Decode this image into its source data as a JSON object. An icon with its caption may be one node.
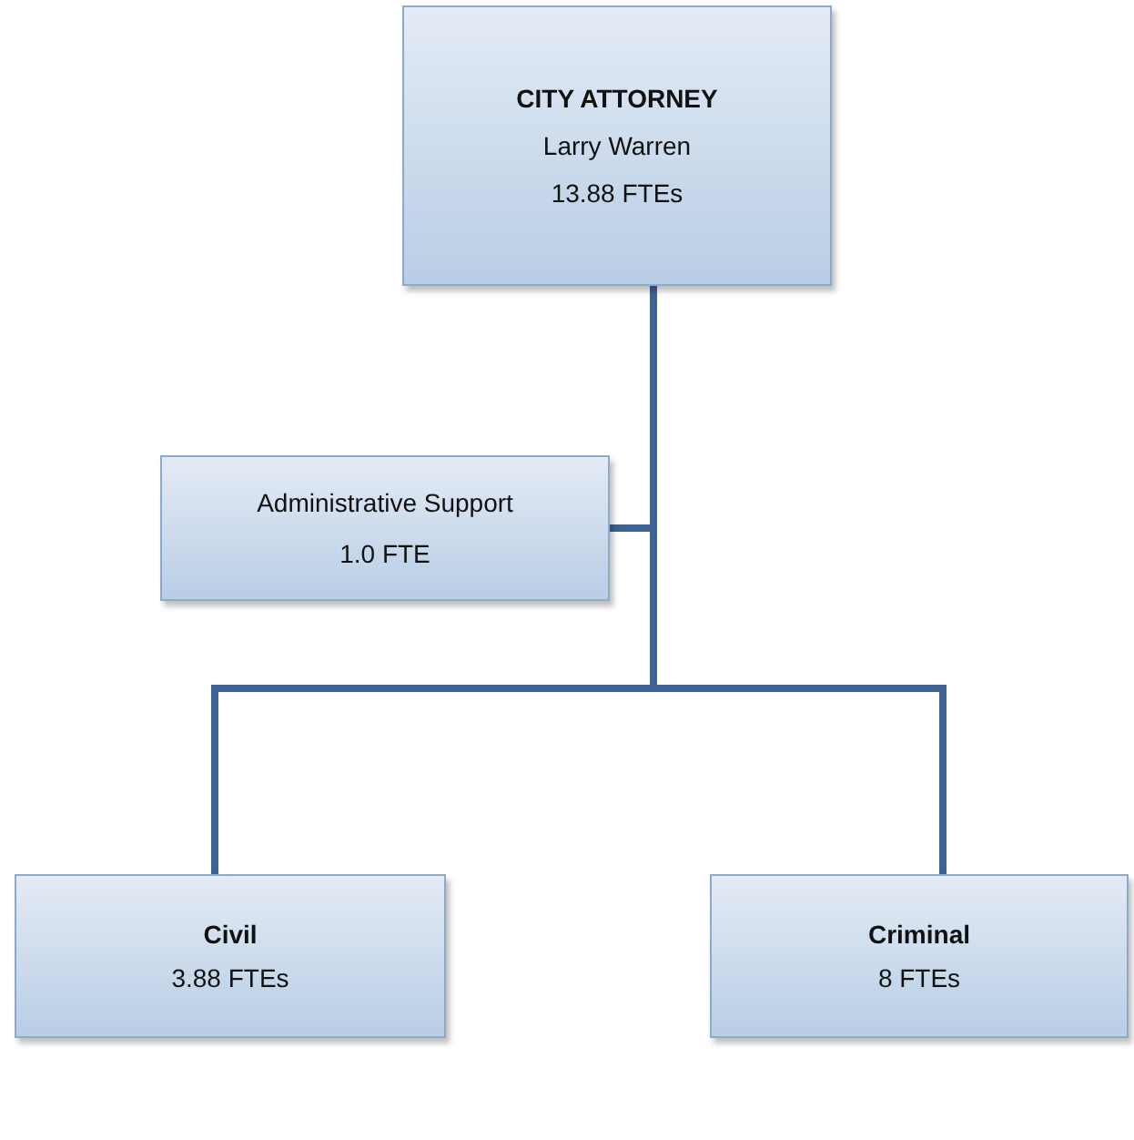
{
  "diagram": {
    "nodes": [
      {
        "text": [
          "CITY ATTORNEY",
          "Larry Warren",
          "13.88 FTEs"
        ]
      },
      {
        "text": [
          "Administrative Support",
          "1.0 FTE"
        ]
      },
      {
        "text": [
          "Civil",
          "3.88 FTEs"
        ]
      },
      {
        "text": [
          "Criminal",
          "8 FTEs"
        ]
      }
    ],
    "edges": [
      {
        "from": 0,
        "to": 1,
        "arrow": "none"
      },
      {
        "from": 0,
        "to": 2,
        "arrow": "none"
      },
      {
        "from": 0,
        "to": 3,
        "arrow": "none"
      }
    ]
  }
}
